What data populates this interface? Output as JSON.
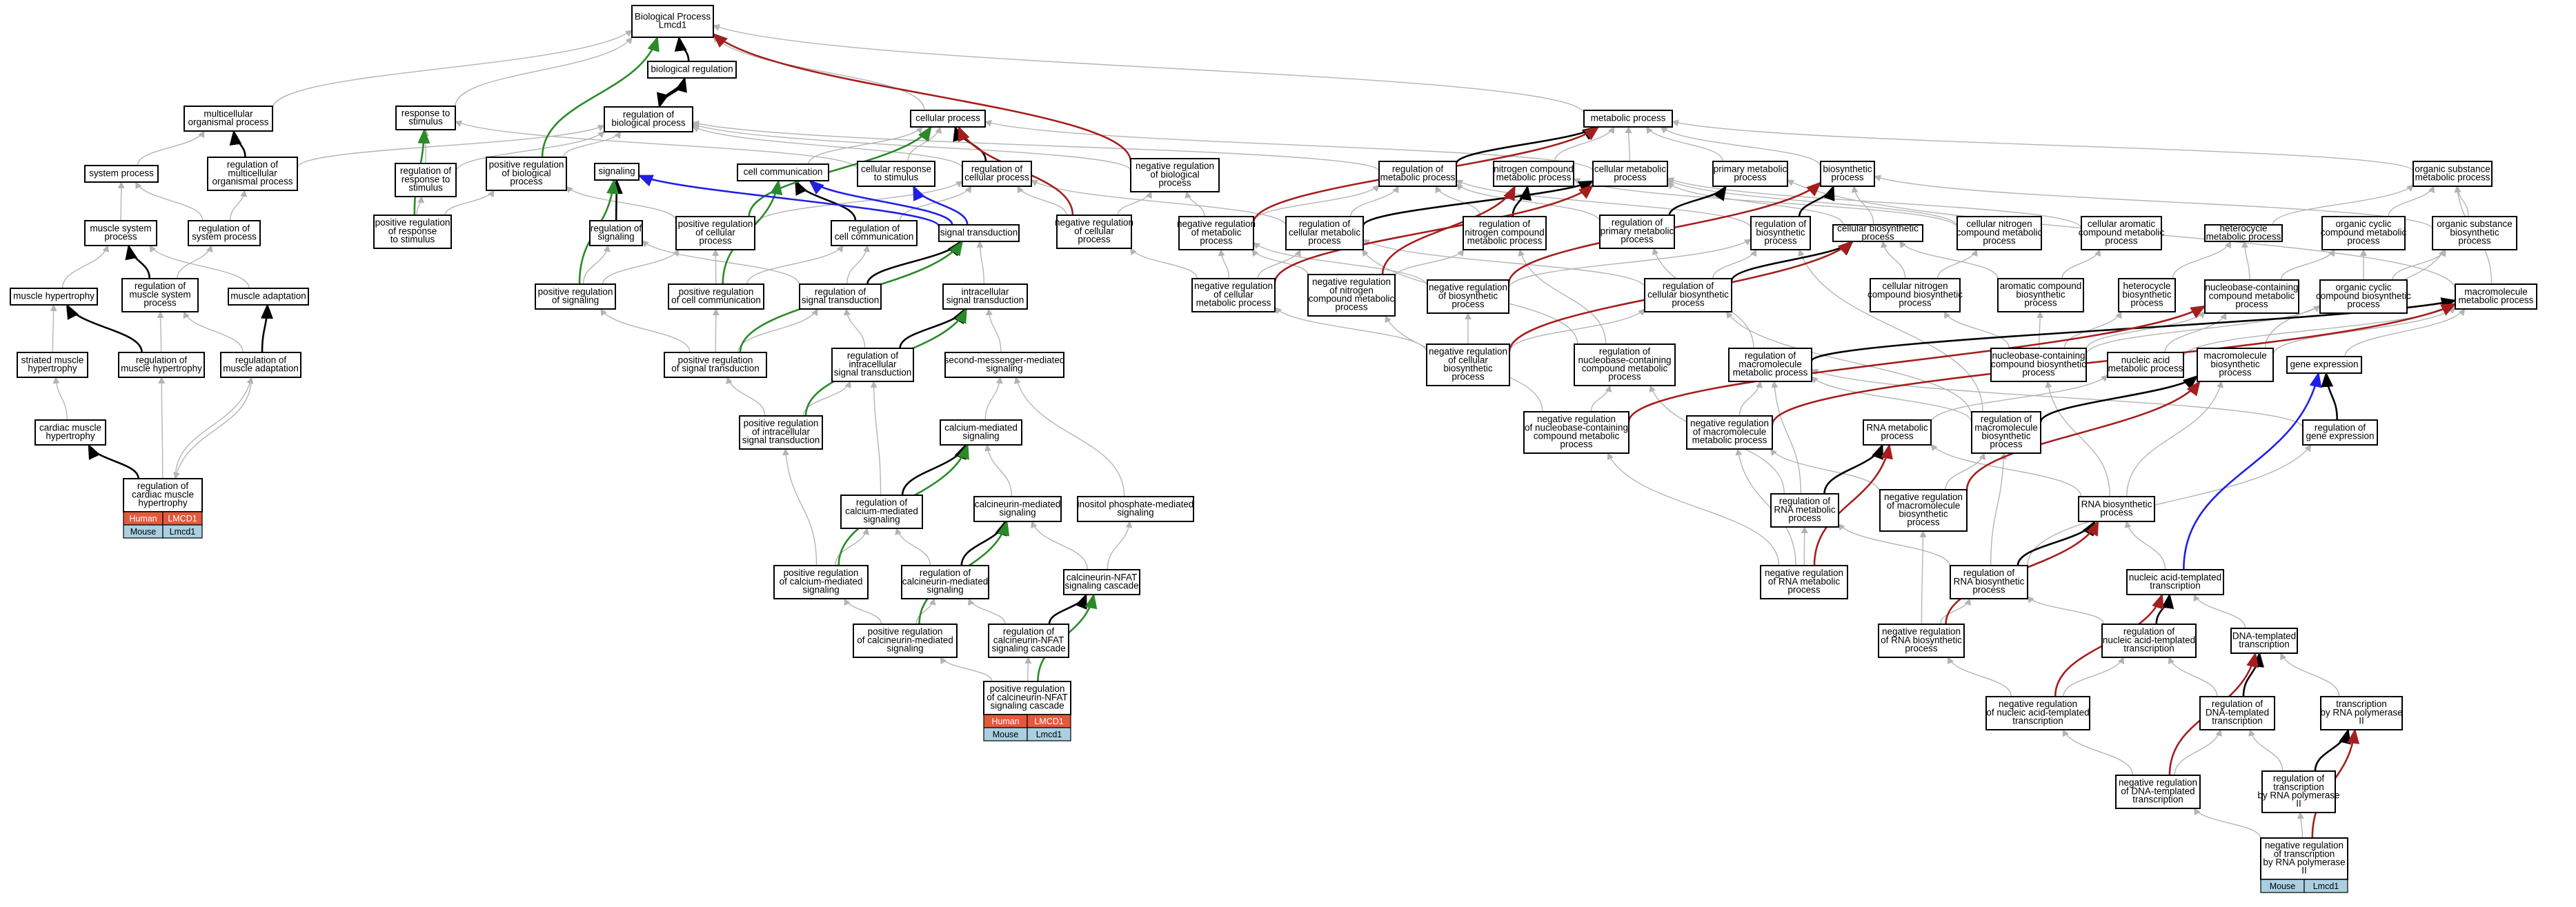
{
  "colors": {
    "edge_default": "#b4b4b4",
    "edge_black": "#000000",
    "edge_green": "#2a8a2a",
    "edge_blue": "#1f1fe6",
    "edge_red": "#a51e1e",
    "human_bg": "#e3593c",
    "mouse_bg": "#a9cfe1"
  },
  "nodes": [
    {
      "id": "bp",
      "lines": [
        "Biological Process",
        "Lmcd1"
      ]
    },
    {
      "id": "bioreg",
      "lines": [
        "biological regulation"
      ]
    },
    {
      "id": "multi",
      "lines": [
        "multicellular",
        "organismal process"
      ]
    },
    {
      "id": "resp",
      "lines": [
        "response to",
        "stimulus"
      ]
    },
    {
      "id": "regbp",
      "lines": [
        "regulation of",
        "biological process"
      ]
    },
    {
      "id": "cellproc",
      "lines": [
        "cellular process"
      ]
    },
    {
      "id": "metab",
      "lines": [
        "metabolic process"
      ]
    },
    {
      "id": "sysproc",
      "lines": [
        "system process"
      ]
    },
    {
      "id": "regmulti",
      "lines": [
        "regulation of",
        "multicellular",
        "organismal process"
      ]
    },
    {
      "id": "regresp",
      "lines": [
        "regulation of",
        "response to",
        "stimulus"
      ]
    },
    {
      "id": "posregbp",
      "lines": [
        "positive regulation",
        "of biological",
        "process"
      ]
    },
    {
      "id": "signaling",
      "lines": [
        "signaling"
      ]
    },
    {
      "id": "cellcomm",
      "lines": [
        "cell communication"
      ]
    },
    {
      "id": "cellresp",
      "lines": [
        "cellular response",
        "to stimulus"
      ]
    },
    {
      "id": "regcellproc",
      "lines": [
        "regulation of",
        "cellular process"
      ]
    },
    {
      "id": "negregbp",
      "lines": [
        "negative regulation",
        "of biological",
        "process"
      ]
    },
    {
      "id": "regmetab",
      "lines": [
        "regulation of",
        "metabolic process"
      ]
    },
    {
      "id": "nitro",
      "lines": [
        "nitrogen compound",
        "metabolic process"
      ]
    },
    {
      "id": "cellmetab",
      "lines": [
        "cellular metabolic",
        "process"
      ]
    },
    {
      "id": "primmetab",
      "lines": [
        "primary metabolic",
        "process"
      ]
    },
    {
      "id": "biosyn",
      "lines": [
        "biosynthetic",
        "process"
      ]
    },
    {
      "id": "orgsub",
      "lines": [
        "organic substance",
        "metabolic process"
      ]
    },
    {
      "id": "muscsys",
      "lines": [
        "muscle system",
        "process"
      ]
    },
    {
      "id": "regsys",
      "lines": [
        "regulation of",
        "system process"
      ]
    },
    {
      "id": "posregresp",
      "lines": [
        "positive regulation",
        "of response",
        "to stimulus"
      ]
    },
    {
      "id": "regsignaling",
      "lines": [
        "regulation of",
        "signaling"
      ]
    },
    {
      "id": "posregcell",
      "lines": [
        "positive regulation",
        "of cellular",
        "process"
      ]
    },
    {
      "id": "regcellcomm",
      "lines": [
        "regulation of",
        "cell communication"
      ]
    },
    {
      "id": "sigtrans",
      "lines": [
        "signal transduction"
      ]
    },
    {
      "id": "negregcell",
      "lines": [
        "negative regulation",
        "of cellular",
        "process"
      ]
    },
    {
      "id": "negregmetab",
      "lines": [
        "negative regulation",
        "of metabolic",
        "process"
      ]
    },
    {
      "id": "regcellmetab",
      "lines": [
        "regulation of",
        "cellular metabolic",
        "process"
      ]
    },
    {
      "id": "regnitro",
      "lines": [
        "regulation of",
        "nitrogen compound",
        "metabolic process"
      ]
    },
    {
      "id": "regprim",
      "lines": [
        "regulation of",
        "primary metabolic",
        "process"
      ]
    },
    {
      "id": "regbiosyn",
      "lines": [
        "regulation of",
        "biosynthetic",
        "process"
      ]
    },
    {
      "id": "cellbiosyn",
      "lines": [
        "cellular biosynthetic",
        "process"
      ]
    },
    {
      "id": "cellnitro",
      "lines": [
        "cellular nitrogen",
        "compound metabolic",
        "process"
      ]
    },
    {
      "id": "cellarom",
      "lines": [
        "cellular aromatic",
        "compound metabolic",
        "process"
      ]
    },
    {
      "id": "heterometab",
      "lines": [
        "heterocycle",
        "metabolic process"
      ]
    },
    {
      "id": "orgcyc",
      "lines": [
        "organic cyclic",
        "compound metabolic",
        "process"
      ]
    },
    {
      "id": "orgsubbio",
      "lines": [
        "organic substance",
        "biosynthetic",
        "process"
      ]
    },
    {
      "id": "musch",
      "lines": [
        "muscle hypertrophy"
      ]
    },
    {
      "id": "regmuscsys",
      "lines": [
        "regulation of",
        "muscle system",
        "process"
      ]
    },
    {
      "id": "muscadapt",
      "lines": [
        "muscle adaptation"
      ]
    },
    {
      "id": "posregsig",
      "lines": [
        "positive regulation",
        "of signaling"
      ]
    },
    {
      "id": "posregcellcomm",
      "lines": [
        "positive regulation",
        "of cell communication"
      ]
    },
    {
      "id": "regsigtrans",
      "lines": [
        "regulation of",
        "signal transduction"
      ]
    },
    {
      "id": "intrasig",
      "lines": [
        "intracellular",
        "signal transduction"
      ]
    },
    {
      "id": "negregcellmetab",
      "lines": [
        "negative regulation",
        "of cellular",
        "metabolic process"
      ]
    },
    {
      "id": "negregnitro",
      "lines": [
        "negative regulation",
        "of nitrogen",
        "compound metabolic",
        "process"
      ]
    },
    {
      "id": "negregbiosyn",
      "lines": [
        "negative regulation",
        "of biosynthetic",
        "process"
      ]
    },
    {
      "id": "regcellbiosyn",
      "lines": [
        "regulation of",
        "cellular biosynthetic",
        "process"
      ]
    },
    {
      "id": "cellnitrobio",
      "lines": [
        "cellular nitrogen",
        "compound biosynthetic",
        "process"
      ]
    },
    {
      "id": "aromcbio",
      "lines": [
        "aromatic compound",
        "biosynthetic",
        "process"
      ]
    },
    {
      "id": "heterobio",
      "lines": [
        "heterocycle",
        "biosynthetic",
        "process"
      ]
    },
    {
      "id": "nuclcont",
      "lines": [
        "nucleobase-containing",
        "compound metabolic",
        "process"
      ]
    },
    {
      "id": "orgcycbio",
      "lines": [
        "organic cyclic",
        "compound biosynthetic",
        "process"
      ]
    },
    {
      "id": "macromet",
      "lines": [
        "macromolecule",
        "metabolic process"
      ]
    },
    {
      "id": "stri",
      "lines": [
        "striated muscle",
        "hypertrophy"
      ]
    },
    {
      "id": "regmusch",
      "lines": [
        "regulation of",
        "muscle hypertrophy"
      ]
    },
    {
      "id": "regmuscadapt",
      "lines": [
        "regulation of",
        "muscle adaptation"
      ]
    },
    {
      "id": "posregsigtrans",
      "lines": [
        "positive regulation",
        "of signal transduction"
      ]
    },
    {
      "id": "regintra",
      "lines": [
        "regulation of",
        "intracellular",
        "signal transduction"
      ]
    },
    {
      "id": "secmess",
      "lines": [
        "second-messenger-mediated",
        "signaling"
      ]
    },
    {
      "id": "negregcellbio",
      "lines": [
        "negative regulation",
        "of cellular",
        "biosynthetic",
        "process"
      ]
    },
    {
      "id": "regnuclcont",
      "lines": [
        "regulation of",
        "nucleobase-containing",
        "compound metabolic",
        "process"
      ]
    },
    {
      "id": "regmacromet",
      "lines": [
        "regulation of",
        "macromolecule",
        "metabolic process"
      ]
    },
    {
      "id": "nuclbio",
      "lines": [
        "nucleobase-containing",
        "compound biosynthetic",
        "process"
      ]
    },
    {
      "id": "nucacid",
      "lines": [
        "nucleic acid",
        "metabolic process"
      ]
    },
    {
      "id": "macrobio",
      "lines": [
        "macromolecule",
        "biosynthetic",
        "process"
      ]
    },
    {
      "id": "geneexp",
      "lines": [
        "gene expression"
      ]
    },
    {
      "id": "cardiac",
      "lines": [
        "cardiac muscle",
        "hypertrophy"
      ]
    },
    {
      "id": "posregintra",
      "lines": [
        "positive regulation",
        "of intracellular",
        "signal transduction"
      ]
    },
    {
      "id": "calcmed",
      "lines": [
        "calcium-mediated",
        "signaling"
      ]
    },
    {
      "id": "negregnucl",
      "lines": [
        "negative regulation",
        "of nucleobase-containing",
        "compound metabolic",
        "process"
      ]
    },
    {
      "id": "negregmacro",
      "lines": [
        "negative regulation",
        "of macromolecule",
        "metabolic process"
      ]
    },
    {
      "id": "rnametab",
      "lines": [
        "RNA metabolic",
        "process"
      ]
    },
    {
      "id": "regmacrobio",
      "lines": [
        "regulation of",
        "macromolecule",
        "biosynthetic",
        "process"
      ]
    },
    {
      "id": "reggeneexp",
      "lines": [
        "regulation of",
        "gene expression"
      ]
    },
    {
      "id": "regcardiac",
      "lines": [
        "regulation of",
        "cardiac muscle",
        "hypertrophy"
      ]
    },
    {
      "id": "regcalc",
      "lines": [
        "regulation of",
        "calcium-mediated",
        "signaling"
      ]
    },
    {
      "id": "calcineurin",
      "lines": [
        "calcineurin-mediated",
        "signaling"
      ]
    },
    {
      "id": "inositol",
      "lines": [
        "inositol phosphate-mediated",
        "signaling"
      ]
    },
    {
      "id": "regrnametab",
      "lines": [
        "regulation of",
        "RNA metabolic",
        "process"
      ]
    },
    {
      "id": "negregmacrobio",
      "lines": [
        "negative regulation",
        "of macromolecule",
        "biosynthetic",
        "process"
      ]
    },
    {
      "id": "rnabio",
      "lines": [
        "RNA biosynthetic",
        "process"
      ]
    },
    {
      "id": "posregcalc",
      "lines": [
        "positive regulation",
        "of calcium-mediated",
        "signaling"
      ]
    },
    {
      "id": "regcalcineurin",
      "lines": [
        "regulation of",
        "calcineurin-mediated",
        "signaling"
      ]
    },
    {
      "id": "nfat",
      "lines": [
        "calcineurin-NFAT",
        "signaling cascade"
      ]
    },
    {
      "id": "negregrnametab",
      "lines": [
        "negative regulation",
        "of RNA metabolic",
        "process"
      ]
    },
    {
      "id": "regrnabio",
      "lines": [
        "regulation of",
        "RNA biosynthetic",
        "process"
      ]
    },
    {
      "id": "nucacidtemp",
      "lines": [
        "nucleic acid-templated",
        "transcription"
      ]
    },
    {
      "id": "posregcalcineurin",
      "lines": [
        "positive regulation",
        "of calcineurin-mediated",
        "signaling"
      ]
    },
    {
      "id": "regnfat",
      "lines": [
        "regulation of",
        "calcineurin-NFAT",
        "signaling cascade"
      ]
    },
    {
      "id": "negregrnabio",
      "lines": [
        "negative regulation",
        "of RNA biosynthetic",
        "process"
      ]
    },
    {
      "id": "regnucacid",
      "lines": [
        "regulation of",
        "nucleic acid-templated",
        "transcription"
      ]
    },
    {
      "id": "dnatemp",
      "lines": [
        "DNA-templated",
        "transcription"
      ]
    },
    {
      "id": "posregnfat",
      "lines": [
        "positive regulation",
        "of calcineurin-NFAT",
        "signaling cascade"
      ]
    },
    {
      "id": "negregnucacid",
      "lines": [
        "negative regulation",
        "of nucleic acid-templated",
        "transcription"
      ]
    },
    {
      "id": "regdna",
      "lines": [
        "regulation of",
        "DNA-templated",
        "transcription"
      ]
    },
    {
      "id": "transpol2",
      "lines": [
        "transcription",
        "by RNA polymerase",
        "II"
      ]
    },
    {
      "id": "negregdna",
      "lines": [
        "negative regulation",
        "of DNA-templated",
        "transcription"
      ]
    },
    {
      "id": "regtranspol2",
      "lines": [
        "regulation of",
        "transcription",
        "by RNA polymerase",
        "II"
      ]
    },
    {
      "id": "negregtranspol2",
      "lines": [
        "negative regulation",
        "of transcription",
        "by RNA polymerase",
        "II"
      ]
    }
  ],
  "species_tags": [
    {
      "node": "regcardiac",
      "rows": [
        [
          "Human",
          "LMCD1"
        ],
        [
          "Mouse",
          "Lmcd1"
        ]
      ]
    },
    {
      "node": "posregnfat",
      "rows": [
        [
          "Human",
          "LMCD1"
        ],
        [
          "Mouse",
          "Lmcd1"
        ]
      ]
    },
    {
      "node": "negregtranspol2",
      "rows": [
        [
          "Mouse",
          "Lmcd1"
        ]
      ]
    }
  ]
}
